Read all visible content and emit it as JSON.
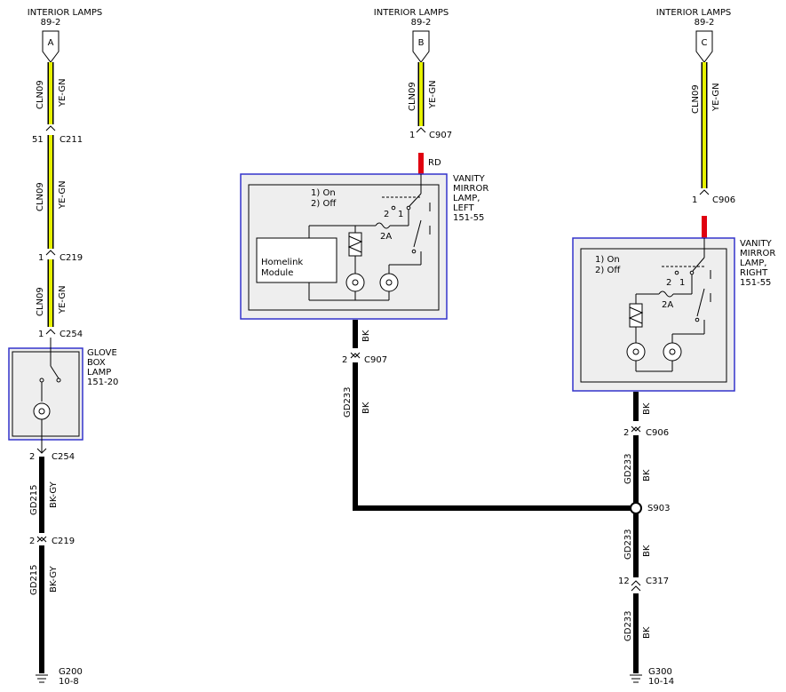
{
  "refs": {
    "a": {
      "title": "INTERIOR LAMPS",
      "page": "89-2",
      "letter": "A"
    },
    "b": {
      "title": "INTERIOR LAMPS",
      "page": "89-2",
      "letter": "B"
    },
    "c": {
      "title": "INTERIOR LAMPS",
      "page": "89-2",
      "letter": "C"
    }
  },
  "wires": {
    "cln09": "CLN09",
    "ye_gn": "YE-GN",
    "rd": "RD",
    "bk": "BK",
    "bk_gy": "BK-GY",
    "gd215": "GD215",
    "gd233": "GD233"
  },
  "connectors": {
    "a_c211": {
      "pin": "51",
      "name": "C211"
    },
    "a_c219": {
      "pin": "1",
      "name": "C219"
    },
    "a_c254": {
      "pin": "1",
      "name": "C254"
    },
    "a_c254_out": {
      "pin": "2",
      "name": "C254"
    },
    "a_c219_out": {
      "pin": "2",
      "name": "C219"
    },
    "b_c907_in": {
      "pin": "1",
      "name": "C907"
    },
    "b_c907_out": {
      "pin": "2",
      "name": "C907"
    },
    "c_c906_in": {
      "pin": "1",
      "name": "C906"
    },
    "c_c906_out": {
      "pin": "2",
      "name": "C906"
    },
    "c_c317": {
      "pin": "12",
      "name": "C317"
    }
  },
  "splice": "S903",
  "grounds": {
    "g200": {
      "name": "G200",
      "page": "10-8"
    },
    "g300": {
      "name": "G300",
      "page": "10-14"
    }
  },
  "components": {
    "glove": {
      "line1": "GLOVE",
      "line2": "BOX",
      "line3": "LAMP",
      "page": "151-20"
    },
    "vanity_left": {
      "line1": "VANITY",
      "line2": "MIRROR",
      "line3": "LAMP,",
      "line4": "LEFT",
      "page": "151-55"
    },
    "vanity_right": {
      "line1": "VANITY",
      "line2": "MIRROR",
      "line3": "LAMP,",
      "line4": "RIGHT",
      "page": "151-55"
    }
  },
  "switch": {
    "on": "1) On",
    "off": "2) Off",
    "pos2": "2",
    "pos1": "1",
    "fuse": "2A"
  },
  "homelink": {
    "line1": "Homelink",
    "line2": "Module"
  }
}
